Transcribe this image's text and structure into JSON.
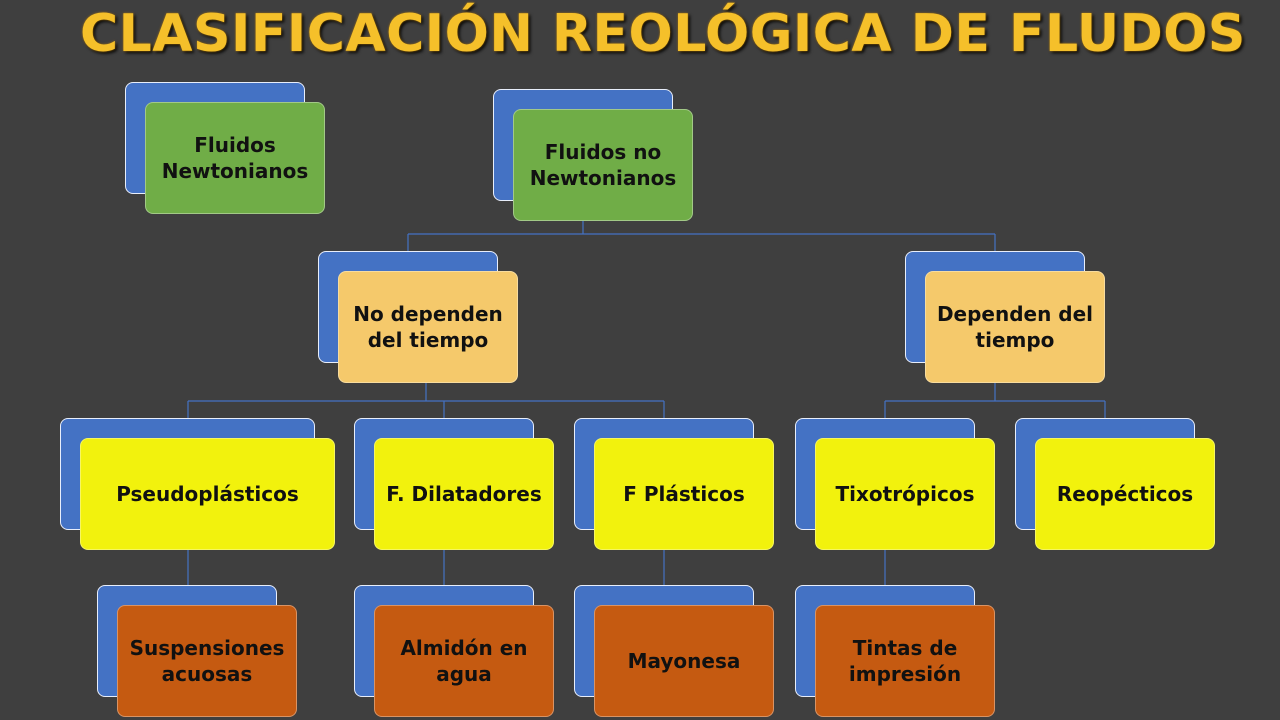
{
  "title": "CLASIFICACIÓN REOLÓGICA DE FLUDOS",
  "colors": {
    "background": "#3f3f3f",
    "title": "#f5c02a",
    "back_card": "#4472c4",
    "level1": "#70ad47",
    "level2": "#f5c96b",
    "level3": "#f2f20d",
    "level4": "#c55a11"
  },
  "nodes": {
    "newtonianos": "Fluidos Newtonianos",
    "no_newtonianos": "Fluidos no Newtonianos",
    "no_dependen": "No dependen del tiempo",
    "dependen": "Dependen del tiempo",
    "pseudoplasticos": "Pseudoplásticos",
    "dilatadores": "F. Dilatadores",
    "plasticos": "F Plásticos",
    "tixotropicos": "Tixotrópicos",
    "reopecticos": "Reopécticos",
    "suspensiones": "Suspensiones acuosas",
    "almidon": "Almidón en agua",
    "mayonesa": "Mayonesa",
    "tintas": "Tintas de impresión"
  }
}
